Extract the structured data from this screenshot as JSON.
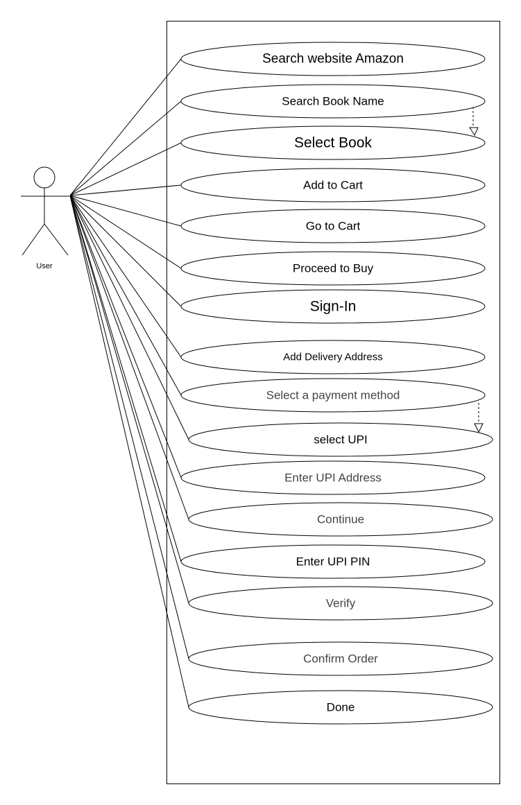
{
  "actor": {
    "label": "User"
  },
  "use_cases": [
    {
      "label": "Search website Amazon"
    },
    {
      "label": "Search Book Name"
    },
    {
      "label": "Select Book"
    },
    {
      "label": "Add to Cart"
    },
    {
      "label": "Go to Cart"
    },
    {
      "label": "Proceed to Buy"
    },
    {
      "label": "Sign-In"
    },
    {
      "label": "Add Delivery Address"
    },
    {
      "label": "Select a payment method"
    },
    {
      "label": "select UPI"
    },
    {
      "label": "Enter UPI Address"
    },
    {
      "label": "Continue"
    },
    {
      "label": "Enter UPI PIN"
    },
    {
      "label": "Verify"
    },
    {
      "label": "Confirm Order"
    },
    {
      "label": "Done"
    }
  ]
}
